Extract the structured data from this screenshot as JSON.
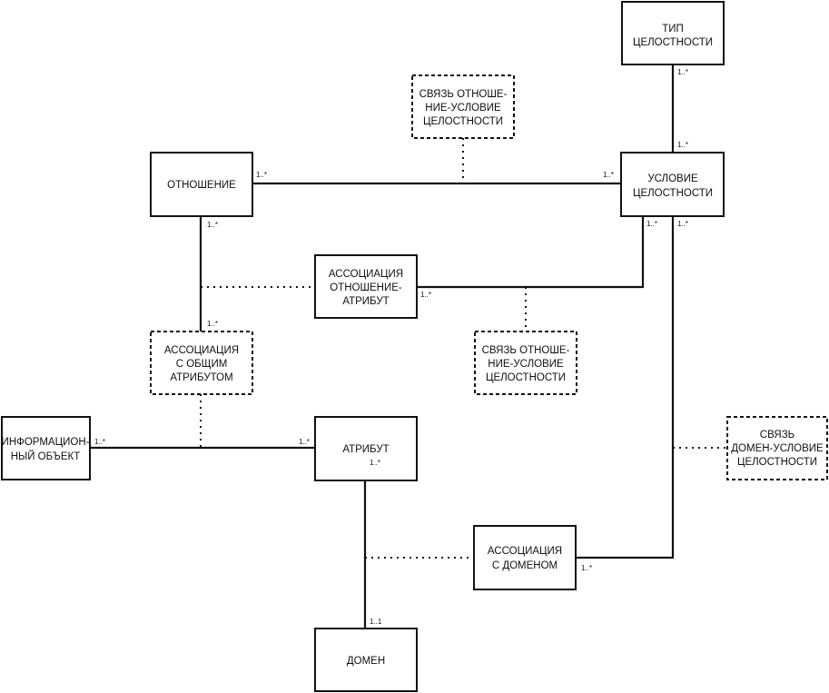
{
  "entities": {
    "integrity_type": [
      "ТИП",
      "ЦЕЛОСТНОСТИ"
    ],
    "relation": [
      "ОТНОШЕНИЕ"
    ],
    "integrity_condition": [
      "УСЛОВИЕ",
      "ЦЕЛОСТНОСТИ"
    ],
    "link_relation_condition_top": [
      "СВЯЗЬ ОТНОШЕ-",
      "НИЕ-УСЛОВИЕ",
      "ЦЕЛОСТНОСТИ"
    ],
    "assoc_relation_attribute": [
      "АССОЦИАЦИЯ",
      "ОТНОШЕНИЕ-",
      "АТРИБУТ"
    ],
    "assoc_common_attribute": [
      "АССОЦИАЦИЯ",
      "С ОБЩИМ",
      "АТРИБУТОМ"
    ],
    "link_relation_condition_mid": [
      "СВЯЗЬ ОТНОШЕ-",
      "НИЕ-УСЛОВИЕ",
      "ЦЕЛОСТНОСТИ"
    ],
    "information_object": [
      "ИНФОРМАЦИОН-",
      "НЫЙ ОБЪЕКТ"
    ],
    "attribute": [
      "АТРИБУТ"
    ],
    "link_domain_condition": [
      "СВЯЗЬ",
      "ДОМЕН-УСЛОВИЕ",
      "ЦЕЛОСТНОСТИ"
    ],
    "assoc_domain": [
      "АССОЦИАЦИЯ",
      "С ДОМЕНОМ"
    ],
    "domain": [
      "ДОМЕН"
    ]
  },
  "multiplicities": {
    "type_down": "1..*",
    "condition_up": "1..*",
    "relation_right": "1..*",
    "condition_left": "1..*",
    "relation_down": "1..*",
    "assoc_common_up": "1..*",
    "condition_down_left": "1..*",
    "condition_down_right": "1..*",
    "assoc_rel_attr_right": "1..*",
    "info_object_right": "1..*",
    "attribute_left": "1..*",
    "attribute_down": "1..*",
    "domain_up": "1..1",
    "assoc_domain_right": "1..*"
  }
}
